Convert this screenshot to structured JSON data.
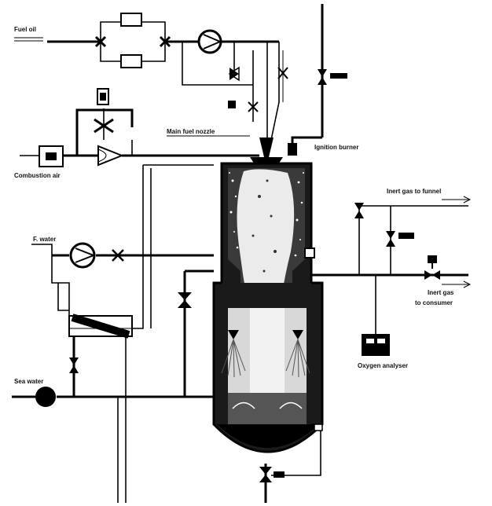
{
  "labels": {
    "fuel_oil": "Fuel oil",
    "combustion_air": "Combustion air",
    "main_fuel_nozzle": "Main fuel nozzle",
    "ignition_burner": "Ignition burner",
    "inert_gas_to_funnel": "Inert gas to funnel",
    "inert_gas_to_consumer_1": "Inert gas",
    "inert_gas_to_consumer_2": "to consumer",
    "oxygen_analyser": "Oxygen analyser",
    "fresh_water": "F. water",
    "sea_water": "Sea water"
  }
}
